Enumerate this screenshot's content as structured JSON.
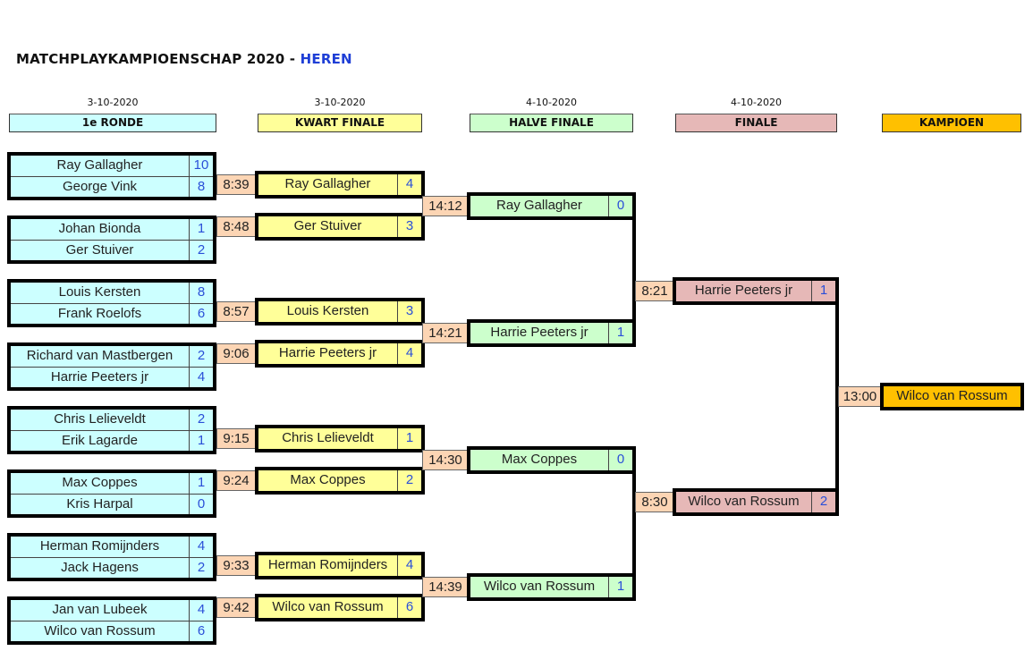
{
  "title": {
    "main": "MATCHPLAYKAMPIOENSCHAP 2020 - ",
    "accent": "HEREN"
  },
  "rounds": [
    {
      "date": "3-10-2020",
      "label": "1e RONDE",
      "color": "#ccffff"
    },
    {
      "date": "3-10-2020",
      "label": "KWART FINALE",
      "color": "#ffff99"
    },
    {
      "date": "4-10-2020",
      "label": "HALVE FINALE",
      "color": "#ccffcc"
    },
    {
      "date": "4-10-2020",
      "label": "FINALE",
      "color": "#e6b8b7"
    },
    {
      "date": "",
      "label": "KAMPIOEN",
      "color": "#ffc000"
    }
  ],
  "first_round": [
    {
      "a": {
        "name": "Ray Gallagher",
        "score": "10"
      },
      "b": {
        "name": "George Vink",
        "score": "8"
      }
    },
    {
      "a": {
        "name": "Johan Bionda",
        "score": "1"
      },
      "b": {
        "name": "Ger Stuiver",
        "score": "2"
      }
    },
    {
      "a": {
        "name": "Louis Kersten",
        "score": "8"
      },
      "b": {
        "name": "Frank Roelofs",
        "score": "6"
      }
    },
    {
      "a": {
        "name": "Richard van Mastbergen",
        "score": "2"
      },
      "b": {
        "name": "Harrie Peeters jr",
        "score": "4"
      }
    },
    {
      "a": {
        "name": "Chris Lelieveldt",
        "score": "2"
      },
      "b": {
        "name": "Erik Lagarde",
        "score": "1"
      }
    },
    {
      "a": {
        "name": "Max Coppes",
        "score": "1"
      },
      "b": {
        "name": "Kris Harpal",
        "score": "0"
      }
    },
    {
      "a": {
        "name": "Herman Romijnders",
        "score": "4"
      },
      "b": {
        "name": "Jack Hagens",
        "score": "2"
      }
    },
    {
      "a": {
        "name": "Jan van Lubeek",
        "score": "4"
      },
      "b": {
        "name": "Wilco van Rossum",
        "score": "6"
      }
    }
  ],
  "quarter_finals": [
    {
      "time": "8:39",
      "name": "Ray Gallagher",
      "score": "4"
    },
    {
      "time": "8:48",
      "name": "Ger Stuiver",
      "score": "3"
    },
    {
      "time": "8:57",
      "name": "Louis Kersten",
      "score": "3"
    },
    {
      "time": "9:06",
      "name": "Harrie Peeters jr",
      "score": "4"
    },
    {
      "time": "9:15",
      "name": "Chris Lelieveldt",
      "score": "1"
    },
    {
      "time": "9:24",
      "name": "Max Coppes",
      "score": "2"
    },
    {
      "time": "9:33",
      "name": "Herman Romijnders",
      "score": "4"
    },
    {
      "time": "9:42",
      "name": "Wilco van Rossum",
      "score": "6"
    }
  ],
  "semi_finals": [
    {
      "time": "14:12",
      "name": "Ray Gallagher",
      "score": "0"
    },
    {
      "time": "14:21",
      "name": "Harrie Peeters jr",
      "score": "1"
    },
    {
      "time": "14:30",
      "name": "Max Coppes",
      "score": "0"
    },
    {
      "time": "14:39",
      "name": "Wilco van Rossum",
      "score": "1"
    }
  ],
  "finals": [
    {
      "time": "8:21",
      "name": "Harrie Peeters jr",
      "score": "1"
    },
    {
      "time": "8:30",
      "name": "Wilco van Rossum",
      "score": "2"
    }
  ],
  "champion": {
    "time": "13:00",
    "name": "Wilco van Rossum"
  }
}
